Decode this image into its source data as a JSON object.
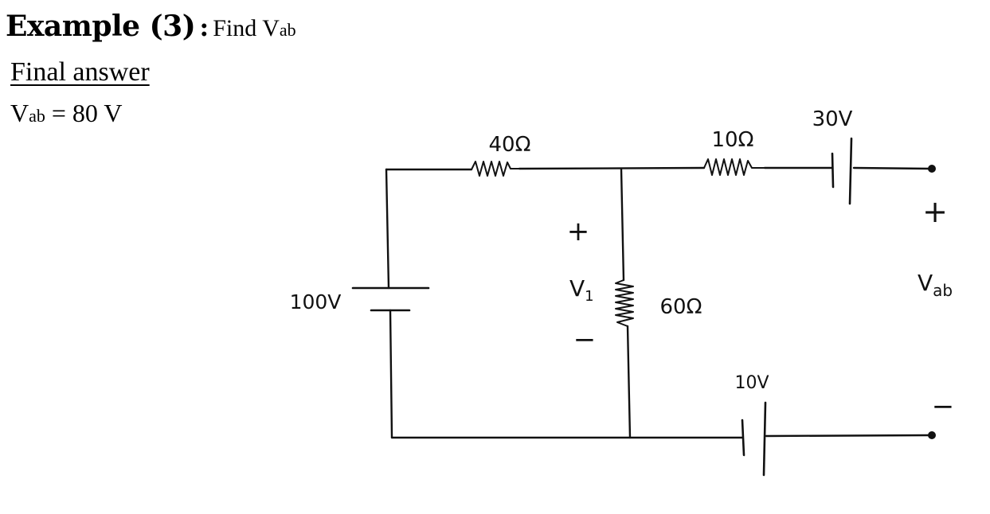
{
  "header": {
    "example_label": "Example (3)",
    "colon": ":",
    "task_prefix": "Find V",
    "task_sub": "ab",
    "final_answer_label": "Final answer",
    "answer_var": "V",
    "answer_sub": "ab",
    "answer_eq": "= 80 V"
  },
  "circuit": {
    "r1": "40Ω",
    "r2": "10Ω",
    "r3": "60Ω",
    "source_left": "100V",
    "source_top": "30V",
    "source_bottom": "10V",
    "v1_plus": "+",
    "v1_var": "V",
    "v1_sub": "1",
    "v1_minus": "−",
    "vab_plus": "+",
    "vab_var": "V",
    "vab_sub": "ab",
    "vab_minus": "−"
  }
}
